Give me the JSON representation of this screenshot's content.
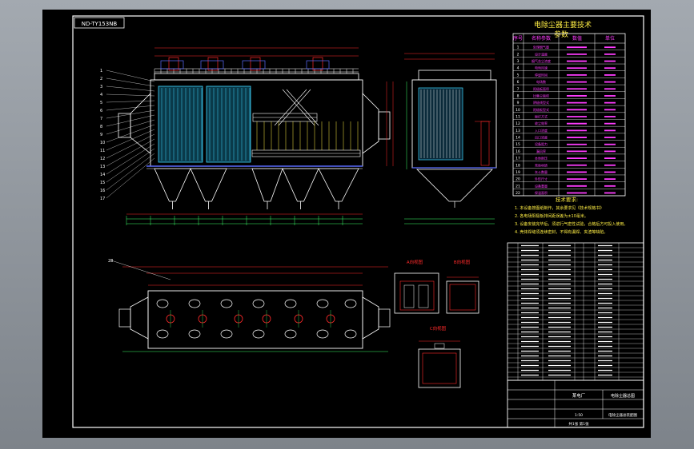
{
  "drawing": {
    "stamp_text": "ND-TY153NB",
    "tech_title": "电除尘器主要技术",
    "tech_subtitle": "参数",
    "tech_header": [
      "序号",
      "名称参数",
      "数值",
      "单位"
    ],
    "tech_row_numbers": [
      "1",
      "2",
      "3",
      "4",
      "5",
      "6",
      "7",
      "8",
      "9",
      "10",
      "11",
      "12",
      "13",
      "14",
      "15",
      "16",
      "17",
      "18",
      "19",
      "20",
      "21",
      "22"
    ],
    "tech_short_text": [
      "处理烟气量",
      "设计温度",
      "烟气含尘浓度",
      "电场风速",
      "停留时间",
      "电场数",
      "阳极板面积",
      "比集尘面积",
      "阴极线型式",
      "阳极板型式",
      "振打方式",
      "收尘效率",
      "入口浓度",
      "出口浓度",
      "设备阻力",
      "漏风率",
      "本体耐压",
      "壳体材质",
      "灰斗数量",
      "外形尺寸",
      "设备重量",
      "保温面积"
    ],
    "notes_title": "技术要求:",
    "notes": [
      "本设备按图纸制作，其余要求见《技术规格书》",
      "各电场阳极板排间距误差为±10毫米。",
      "设备安装完毕后，须进行气密性试验，合格后方可投入使用。",
      "壳体焊缝须连续密封，不得有漏焊、夹渣等缺陷。"
    ],
    "labels_left": [
      "1",
      "2",
      "3",
      "4",
      "5",
      "6",
      "7",
      "8",
      "9",
      "10",
      "11",
      "12",
      "13",
      "14",
      "15",
      "16",
      "17"
    ],
    "plan_label": "28",
    "detail_labels": [
      "A向视图",
      "B向视图",
      "C向视图"
    ],
    "title_block": {
      "company": "某电厂",
      "drawing_name": "电除尘器总图",
      "sub_name": "电除尘器总装配图",
      "scale": "1:50",
      "sheet": "共1张 第1张"
    }
  },
  "colors": {
    "outline": "#ffffff",
    "red": "#ff2a2a",
    "blue": "#5a6cff",
    "cyan": "#3fd7ff",
    "yellow": "#ffee44",
    "green": "#3dff6a",
    "magenta": "#ff3cff"
  }
}
